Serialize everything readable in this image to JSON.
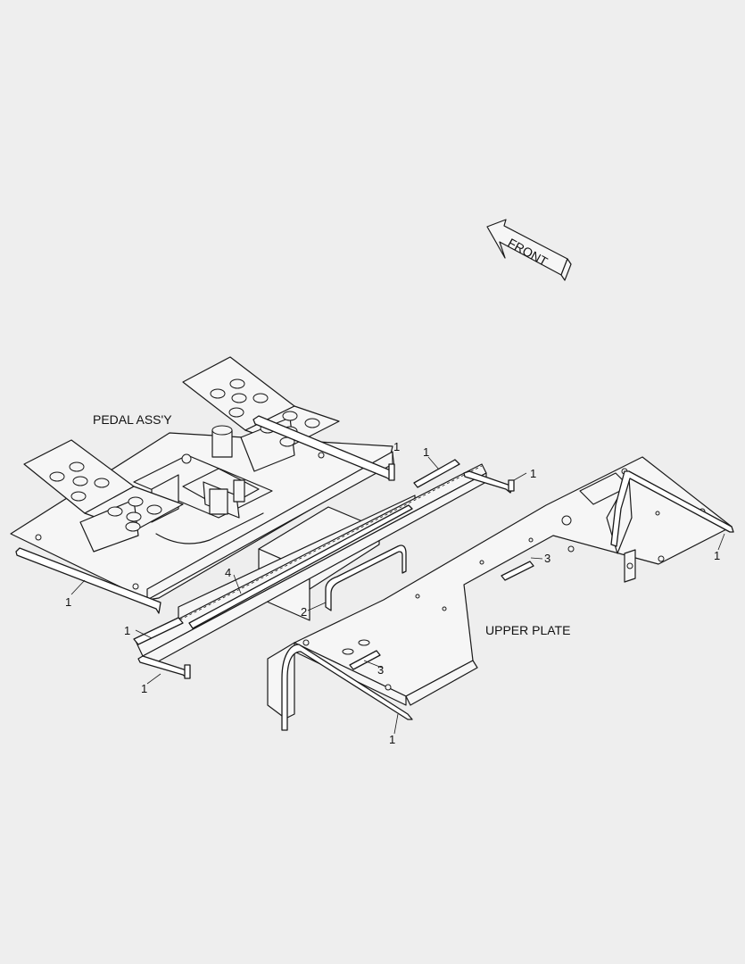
{
  "labels": {
    "front": "FRONT",
    "pedal_assy": "PEDAL ASS'Y",
    "upper_plate": "UPPER PLATE"
  },
  "callouts": {
    "c1": "1",
    "c2": "1",
    "c3": "1",
    "c4": "1",
    "c5": "1",
    "c6": "1",
    "c7": "1",
    "c8": "1",
    "c9": "2",
    "c10": "3",
    "c11": "3",
    "c12": "4"
  }
}
